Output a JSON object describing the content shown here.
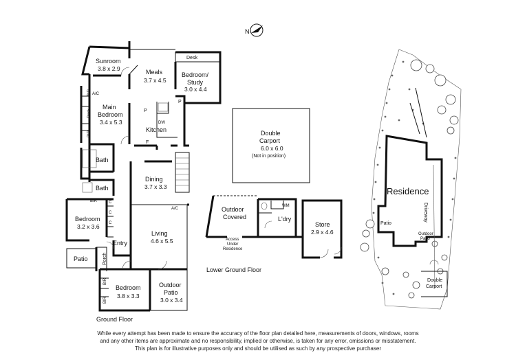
{
  "compass": {
    "label": "N"
  },
  "ground_floor": {
    "title": "Ground Floor",
    "rooms": {
      "sunroom": {
        "name": "Sunroom",
        "dims": "3.8 x 2.9"
      },
      "meals": {
        "name": "Meals",
        "dims": "3.7 x 4.5"
      },
      "bedroom_study": {
        "name_line1": "Bedroom/",
        "name_line2": "Study",
        "dims": "3.0 x 4.4"
      },
      "main_bedroom": {
        "name_line1": "Main",
        "name_line2": "Bedroom",
        "dims": "3.4 x 5.3"
      },
      "kitchen": {
        "name": "Kitchen"
      },
      "bath": {
        "name": "Bath"
      },
      "bath2": {
        "name": "Bath"
      },
      "dining": {
        "name": "Dining",
        "dims": "3.7 x 3.3"
      },
      "bedroom_west": {
        "name": "Bedroom",
        "dims": "3.2 x 3.6"
      },
      "living": {
        "name": "Living",
        "dims": "4.6 x 5.5"
      },
      "entry": {
        "name": "Entry"
      },
      "patio": {
        "name": "Patio"
      },
      "porch": {
        "name": "Porch"
      },
      "bedroom_south": {
        "name": "Bedroom",
        "dims": "3.8 x 3.3"
      },
      "outdoor_patio": {
        "name_line1": "Outdoor",
        "name_line2": "Patio",
        "dims": "3.0 x 3.4"
      }
    },
    "fixtures": {
      "desk_top": "Desk",
      "desk_side": "Desk",
      "bir": "BIR",
      "ac": "A/C",
      "dw": "DW",
      "p": "P",
      "f": "F",
      "c": "C",
      "bir_horizontal": "BIR"
    }
  },
  "double_carport": {
    "name_line1": "Double",
    "name_line2": "Carport",
    "dims": "6.0 x 6.0",
    "note": "(Not in position)"
  },
  "lower_ground_floor": {
    "title": "Lower Ground Floor",
    "outdoor_covered": {
      "name_line1": "Outdoor",
      "name_line2": "Covered"
    },
    "access": {
      "line1": "Access",
      "line2": "Under",
      "line3": "Residence"
    },
    "laundry": {
      "name": "L'dry",
      "wm": "WM"
    },
    "store": {
      "name": "Store",
      "dims": "2.9 x 4.6"
    }
  },
  "site_plan": {
    "residence": "Residence",
    "patio": "Patio",
    "driveway": "Driveway",
    "outdoor_patio_line1": "Outdoor",
    "outdoor_patio_line2": "Patio",
    "double_carport_line1": "Double",
    "double_carport_line2": "Carport"
  },
  "disclaimer": {
    "line1": "While every attempt has been made to ensure the accuracy of the floor plan detailed here, measurements of doors, windows, rooms",
    "line2": "and any other items are approximate and no responsibility, implied or otherwise, is taken for any error, omissions or misstatement.",
    "line3": "This plan is for illustrative purposes only and should be utilised as such by any prospective purchaser"
  }
}
